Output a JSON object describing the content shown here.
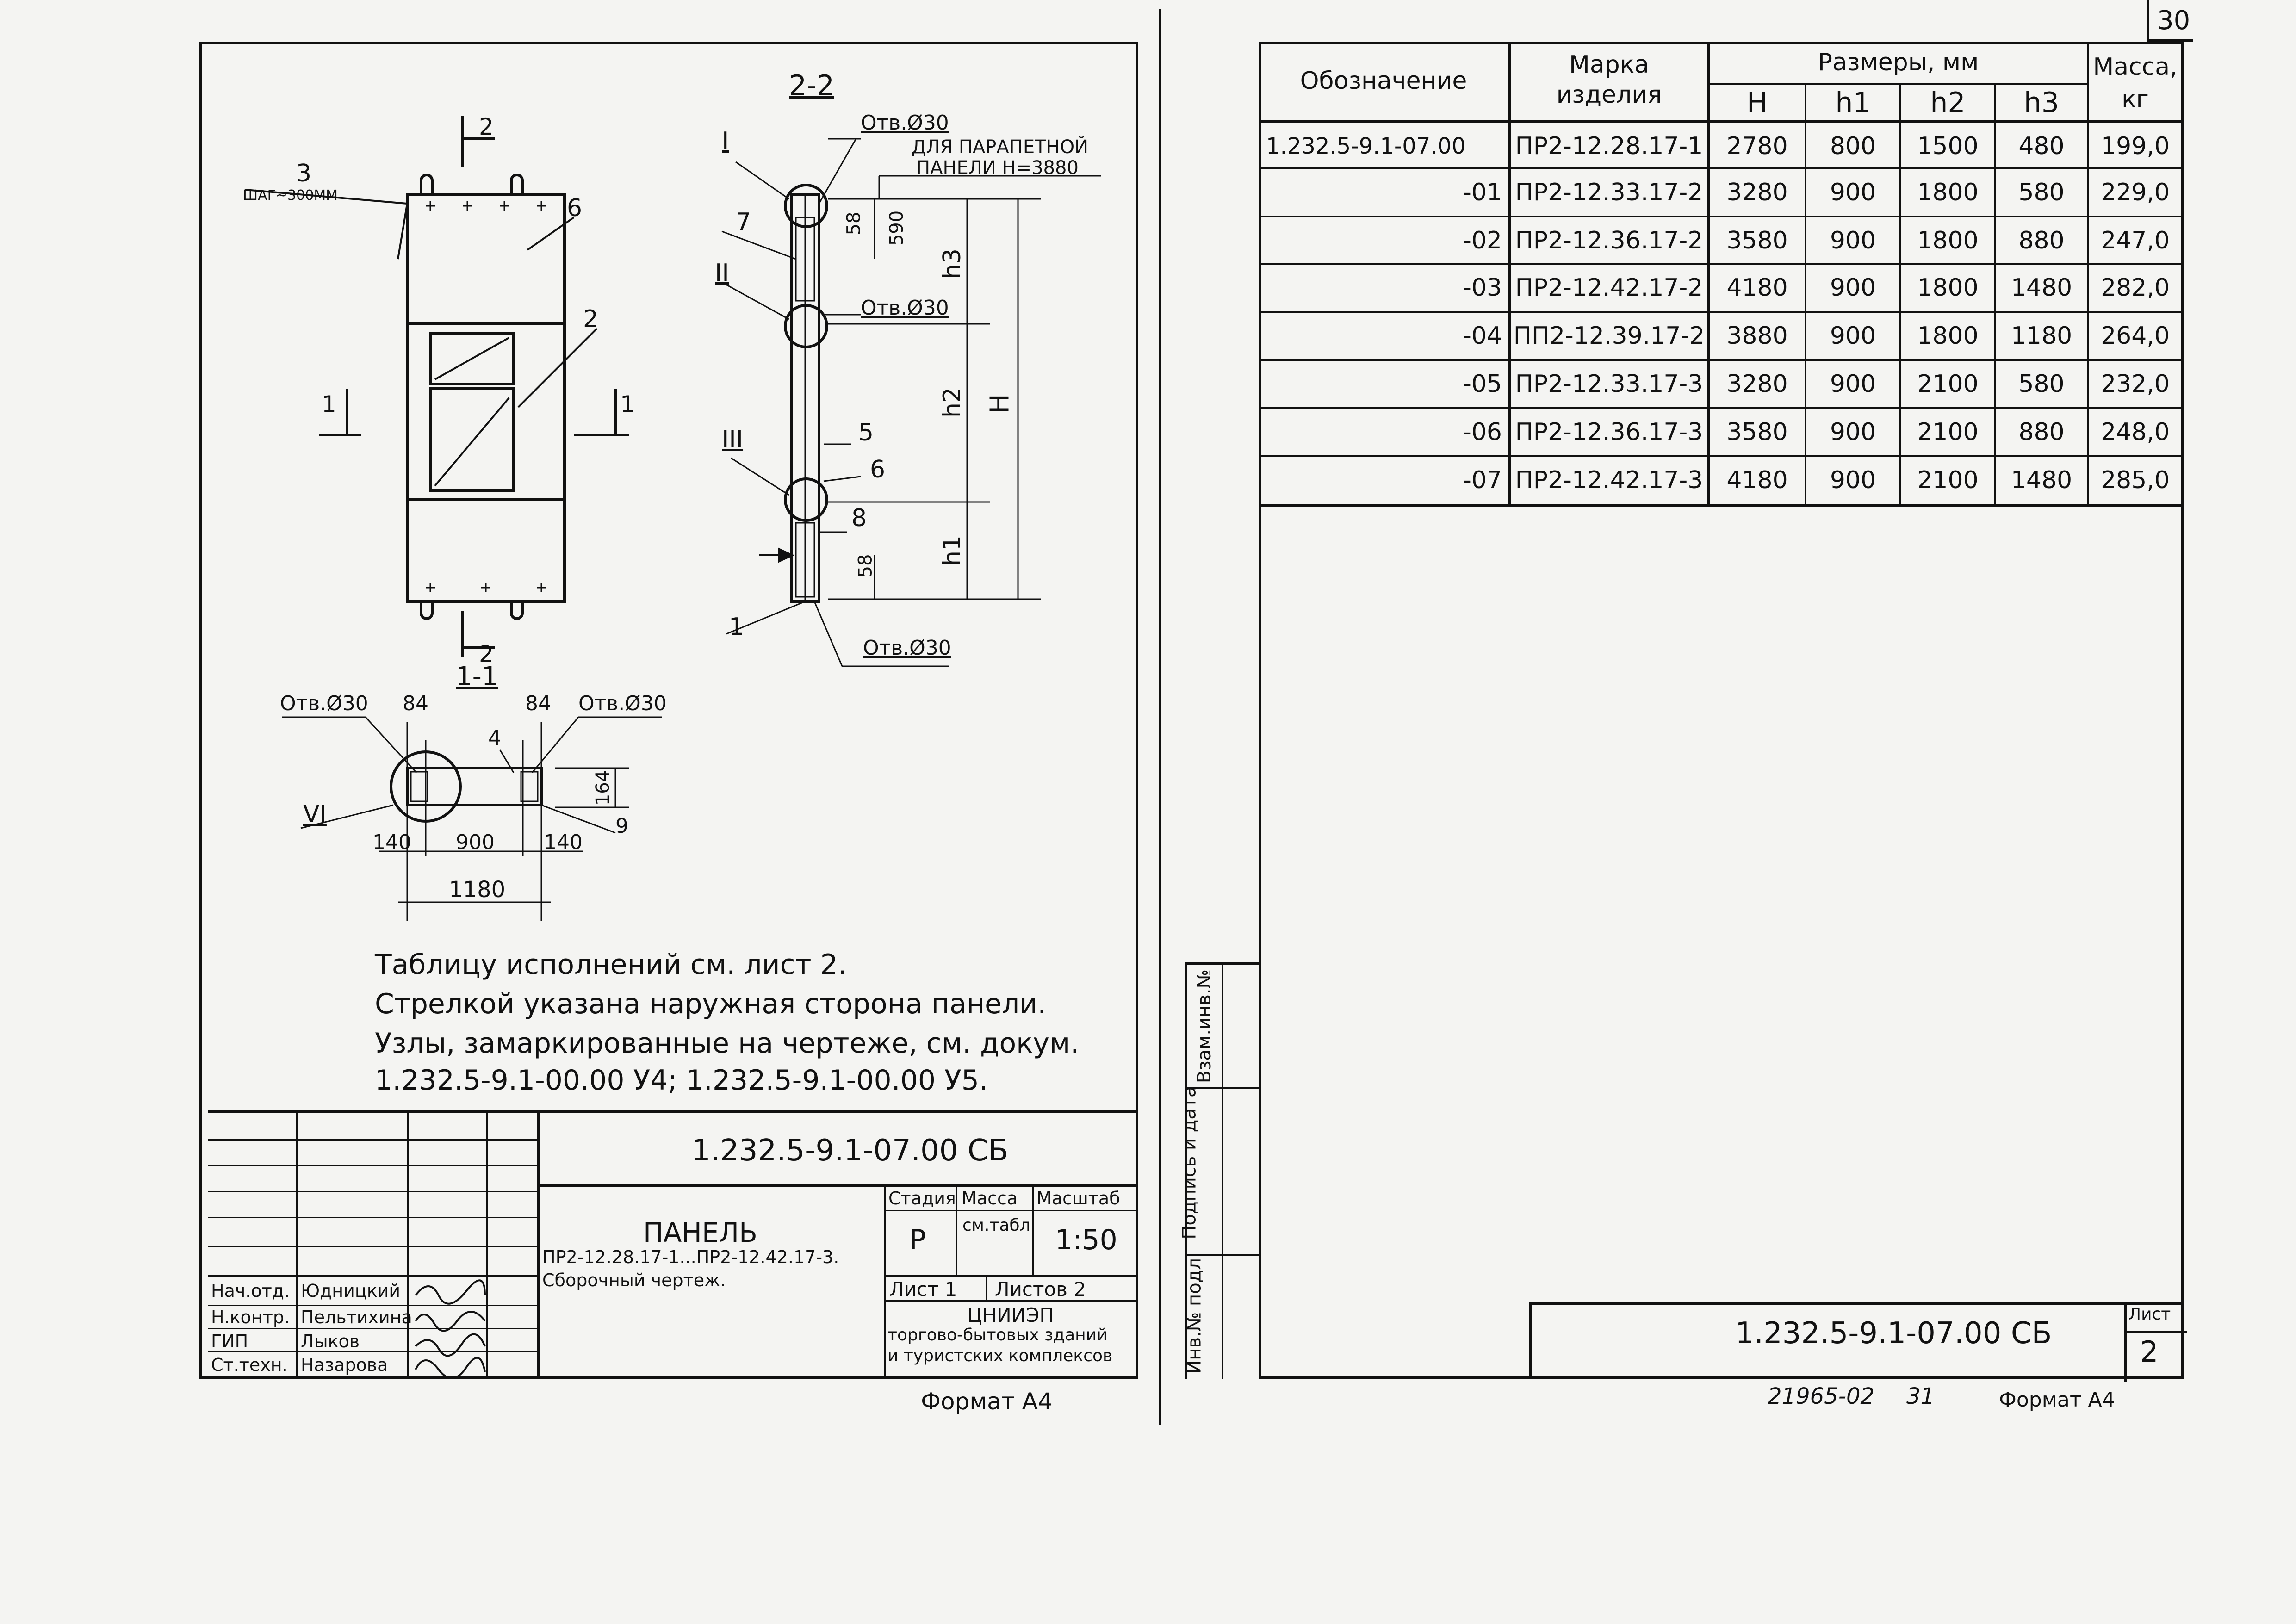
{
  "sheet_number": "30",
  "drawing": {
    "section_22": "2-2",
    "section_11": "1-1",
    "cut_mark_2": "2",
    "cut_mark_1": "1",
    "callouts": {
      "c3": "3",
      "shag": "ШАГ~300ММ",
      "c6": "6",
      "c2": "2",
      "c7": "7",
      "c5": "5",
      "c6b": "6",
      "c8": "8",
      "c1": "1",
      "c4": "4",
      "c9": "9",
      "n_I": "I",
      "n_II": "II",
      "n_III": "III",
      "n_VI": "VI"
    },
    "holes": {
      "top": "Отв.Ø30",
      "mid": "Отв.Ø30",
      "bottom": "Отв.Ø30",
      "left11": "Отв.Ø30",
      "right11": "Отв.Ø30"
    },
    "parapet_note_1": "ДЛЯ ПАРАПЕТНОЙ",
    "parapet_note_2": "ПАНЕЛИ Н=3880",
    "dims": {
      "d58a": "58",
      "d590": "590",
      "d58b": "58",
      "h3": "h3",
      "h2": "h2",
      "h1": "h1",
      "H": "H",
      "d84a": "84",
      "d84b": "84",
      "d164": "164",
      "d140a": "140",
      "d900": "900",
      "d140b": "140",
      "d1180": "1180"
    }
  },
  "notes": [
    "Таблицу исполнений см. лист 2.",
    "Стрелкой указана наружная сторона панели.",
    "Узлы, замаркированные на чертеже, см. докум.",
    "1.232.5-9.1-00.00 У4;  1.232.5-9.1-00.00 У5."
  ],
  "title_block": {
    "doc_code": "1.232.5-9.1-07.00 СБ",
    "title": "ПАНЕЛЬ",
    "subtitle_1": "ПР2-12.28.17-1...ПР2-12.42.17-3.",
    "subtitle_2": "Сборочный чертеж.",
    "stage_label": "Стадия",
    "mass_label": "Масса",
    "scale_label": "Масштаб",
    "stage": "Р",
    "mass": "см.табл.",
    "scale": "1:50",
    "sheet_label": "Лист 1",
    "sheets_label": "Листов 2",
    "org_1": "ЦНИИЭП",
    "org_2": "торгово-бытовых зданий",
    "org_3": "и туристских комплексов",
    "people": [
      {
        "role": "Нач.отд.",
        "name": "Юдницкий"
      },
      {
        "role": "Н.контр.",
        "name": "Пельтихина"
      },
      {
        "role": "ГИП",
        "name": "Лыков"
      },
      {
        "role": "Ст.техн.",
        "name": "Назарова"
      }
    ]
  },
  "format_left": "Формат А4",
  "table": {
    "headers": {
      "designation": "Обозначение",
      "mark_1": "Марка",
      "mark_2": "изделия",
      "sizes": "Размеры, мм",
      "H": "H",
      "h1": "h1",
      "h2": "h2",
      "h3": "h3",
      "mass_1": "Масса,",
      "mass_2": "кг"
    },
    "rows": [
      {
        "designation": "1.232.5-9.1-07.00",
        "mark": "ПР2-12.28.17-1",
        "H": "2780",
        "h1": "800",
        "h2": "1500",
        "h3": "480",
        "mass": "199,0"
      },
      {
        "designation": "-01",
        "mark": "ПР2-12.33.17-2",
        "H": "3280",
        "h1": "900",
        "h2": "1800",
        "h3": "580",
        "mass": "229,0"
      },
      {
        "designation": "-02",
        "mark": "ПР2-12.36.17-2",
        "H": "3580",
        "h1": "900",
        "h2": "1800",
        "h3": "880",
        "mass": "247,0"
      },
      {
        "designation": "-03",
        "mark": "ПР2-12.42.17-2",
        "H": "4180",
        "h1": "900",
        "h2": "1800",
        "h3": "1480",
        "mass": "282,0"
      },
      {
        "designation": "-04",
        "mark": "ПП2-12.39.17-2",
        "H": "3880",
        "h1": "900",
        "h2": "1800",
        "h3": "1180",
        "mass": "264,0"
      },
      {
        "designation": "-05",
        "mark": "ПР2-12.33.17-3",
        "H": "3280",
        "h1": "900",
        "h2": "2100",
        "h3": "580",
        "mass": "232,0"
      },
      {
        "designation": "-06",
        "mark": "ПР2-12.36.17-3",
        "H": "3580",
        "h1": "900",
        "h2": "2100",
        "h3": "880",
        "mass": "248,0"
      },
      {
        "designation": "-07",
        "mark": "ПР2-12.42.17-3",
        "H": "4180",
        "h1": "900",
        "h2": "2100",
        "h3": "1480",
        "mass": "285,0"
      }
    ]
  },
  "side_stamp": {
    "inv_orig": "Инв.№ подл.",
    "sign_date": "Подпись и дата",
    "inv_swap": "Взам.инв.№"
  },
  "right_stamp": {
    "doc_code": "1.232.5-9.1-07.00 СБ",
    "sheet_label": "Лист",
    "sheet_no": "2"
  },
  "bottom_number": "21965-02",
  "bottom_page": "31",
  "format_right": "Формат А4"
}
